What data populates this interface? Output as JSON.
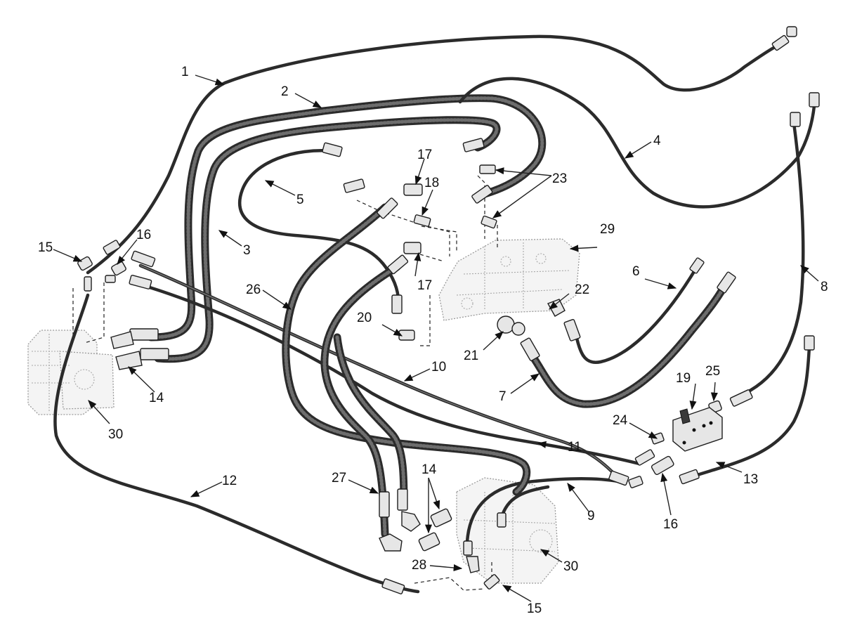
{
  "callouts": [
    {
      "id": "c1",
      "label": "1"
    },
    {
      "id": "c2",
      "label": "2"
    },
    {
      "id": "c3",
      "label": "3"
    },
    {
      "id": "c4",
      "label": "4"
    },
    {
      "id": "c5",
      "label": "5"
    },
    {
      "id": "c6",
      "label": "6"
    },
    {
      "id": "c7",
      "label": "7"
    },
    {
      "id": "c8",
      "label": "8"
    },
    {
      "id": "c9",
      "label": "9"
    },
    {
      "id": "c10",
      "label": "10"
    },
    {
      "id": "c11",
      "label": "11"
    },
    {
      "id": "c12",
      "label": "12"
    },
    {
      "id": "c13",
      "label": "13"
    },
    {
      "id": "c14a",
      "label": "14"
    },
    {
      "id": "c14b",
      "label": "14"
    },
    {
      "id": "c15a",
      "label": "15"
    },
    {
      "id": "c15b",
      "label": "15"
    },
    {
      "id": "c16a",
      "label": "16"
    },
    {
      "id": "c16b",
      "label": "16"
    },
    {
      "id": "c17a",
      "label": "17"
    },
    {
      "id": "c17b",
      "label": "17"
    },
    {
      "id": "c18",
      "label": "18"
    },
    {
      "id": "c19",
      "label": "19"
    },
    {
      "id": "c20",
      "label": "20"
    },
    {
      "id": "c21",
      "label": "21"
    },
    {
      "id": "c22",
      "label": "22"
    },
    {
      "id": "c23",
      "label": "23"
    },
    {
      "id": "c24",
      "label": "24"
    },
    {
      "id": "c25",
      "label": "25"
    },
    {
      "id": "c26",
      "label": "26"
    },
    {
      "id": "c27",
      "label": "27"
    },
    {
      "id": "c28",
      "label": "28"
    },
    {
      "id": "c29",
      "label": "29"
    },
    {
      "id": "c30a",
      "label": "30"
    },
    {
      "id": "c30b",
      "label": "30"
    }
  ]
}
